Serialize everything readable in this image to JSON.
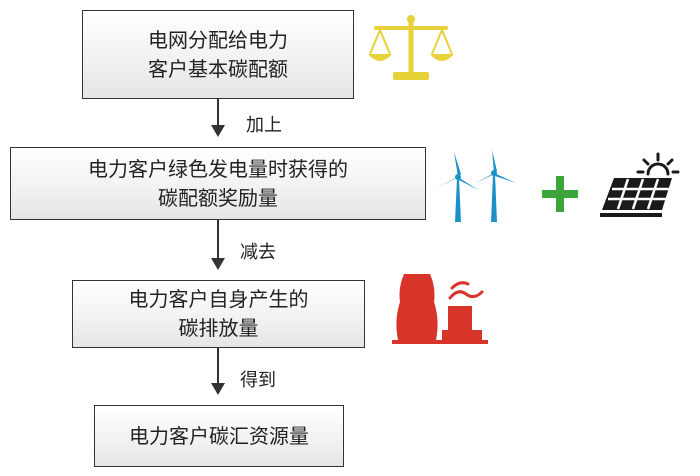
{
  "steps": [
    {
      "line1": "电网分配给电力",
      "line2": "客户基本碳配额"
    },
    {
      "line1": "电力客户绿色发电量时获得的",
      "line2": "碳配额奖励量"
    },
    {
      "line1": "电力客户自身产生的",
      "line2": "碳排放量"
    },
    {
      "line1": "电力客户碳汇资源量"
    }
  ],
  "edges": [
    {
      "label": "加上"
    },
    {
      "label": "减去"
    },
    {
      "label": "得到"
    }
  ],
  "icons": {
    "scale": "balance-scale-icon",
    "wind": "wind-turbine-icon",
    "plus": "plus-icon",
    "solar": "solar-panel-icon",
    "factory": "factory-emission-icon"
  },
  "colors": {
    "scale": "#E8D23A",
    "wind": "#1E90C8",
    "plus": "#3BA53B",
    "factory": "#D7352A"
  }
}
